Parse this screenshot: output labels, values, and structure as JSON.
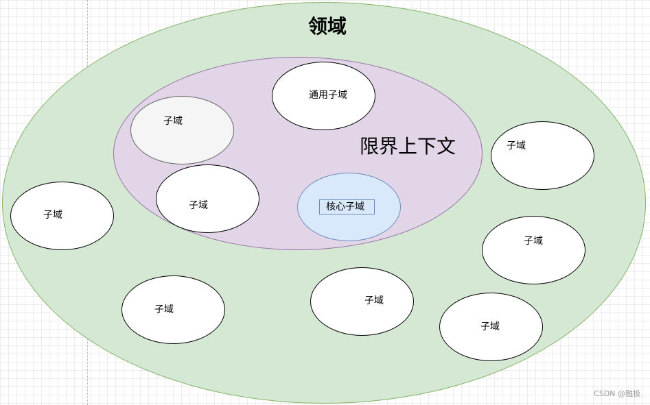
{
  "diagram": {
    "domain": {
      "label": "领域",
      "fill": "#d5e8d4",
      "stroke": "#82b366"
    },
    "bounded_context": {
      "label": "限界上下文",
      "fill": "#e1d5e7",
      "stroke": "#9673a6"
    },
    "inner_subdomains": [
      {
        "label": "子域",
        "fill": "#f5f5f5",
        "stroke": "#666666"
      },
      {
        "label": "通用子域",
        "fill": "#ffffff",
        "stroke": "#000000"
      },
      {
        "label": "子域",
        "fill": "#ffffff",
        "stroke": "#000000"
      },
      {
        "label": "核心子域",
        "fill": "#dae8fc",
        "stroke": "#6c8ebf"
      }
    ],
    "outer_subdomains": [
      {
        "label": "子域"
      },
      {
        "label": "子域"
      },
      {
        "label": "子域"
      },
      {
        "label": "子域"
      },
      {
        "label": "子域"
      },
      {
        "label": "子域"
      }
    ]
  },
  "watermark": "CSDN @融极"
}
